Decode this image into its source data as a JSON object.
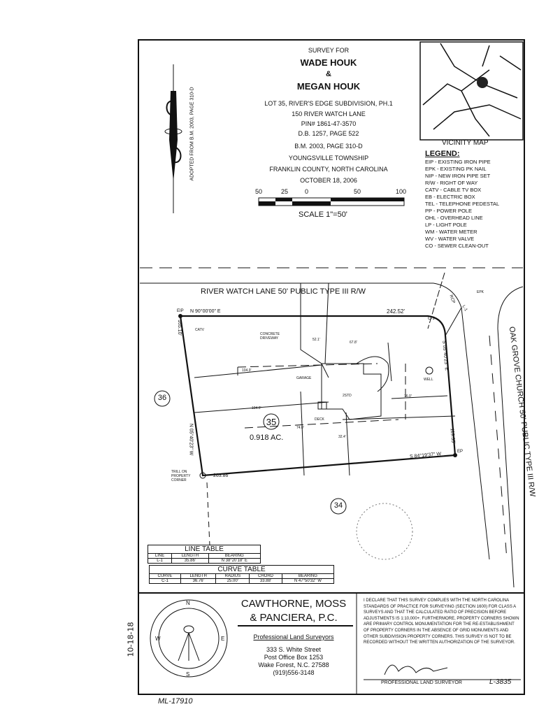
{
  "title_block": {
    "survey_for": "SURVEY FOR",
    "owner1": "WADE HOUK",
    "amp": "&",
    "owner2": "MEGAN HOUK",
    "lines": [
      "LOT 35, RIVER'S EDGE SUBDIVISION, PH.1",
      "150 RIVER WATCH LANE",
      "PIN# 1861-47-3570",
      "D.B. 1257, PAGE 522",
      "B.M. 2003, PAGE 310-D",
      "YOUNGSVILLE TOWNSHIP",
      "FRANKLIN COUNTY, NORTH CAROLINA",
      "OCTOBER 18, 2006"
    ],
    "scale_ticks": [
      "50",
      "25",
      "0",
      "50",
      "100"
    ],
    "scale_label": "SCALE   1\"=50'"
  },
  "north_note": "ADOPTED FROM B.M. 2003, PAGE 310-D",
  "vicinity_map": {
    "label": "VICINITY MAP"
  },
  "legend": {
    "title": "LEGEND:",
    "items": [
      "EIP - EXISTING IRON PIPE",
      "EPK - EXISTING PK NAIL",
      "NIP - NEW IRON PIPE SET",
      "R/W - RIGHT OF WAY",
      "CATV - CABLE TV BOX",
      "EB - ELECTRIC BOX",
      "TEL - TELEPHONE PEDESTAL",
      "PP - POWER POLE",
      "OHL - OVERHEAD LINE",
      "LP - LIGHT POLE",
      "WM - WATER METER",
      "WV - WATER VALVE",
      "CO - SEWER CLEAN-OUT"
    ]
  },
  "plat": {
    "road_top": "RIVER WATCH LANE 50' PUBLIC TYPE III R/W",
    "road_right": "OAK GROVE CHURCH 50' PUBLIC TYPE III R/W",
    "bearing_top": "N 90°00'00\" E",
    "dist_top": "242.52'",
    "bearing_left": "N 05°40'23\" W",
    "dist_left": "165.10'",
    "bearing_right": "S 05°40'23\" E",
    "dist_right": "119.35'",
    "bearing_bottom": "S 84°19'37\" W",
    "dist_bottom": "263.86'",
    "eip": "EIP",
    "ep": "EP",
    "catv": "CATV",
    "driveway": "CONCRETE DRIVEWAY",
    "garage": "GARAGE",
    "house": "2STD",
    "deck": "DECK",
    "well": "WELL",
    "rcp": "RCP",
    "curve": "C-1",
    "line": "L-1",
    "epk": "EPK",
    "tie": "TRILL ON PROPERTY CORNER",
    "dims": [
      "104.9'",
      "104.6'",
      "52.1'",
      "67.8'",
      "76.0'",
      "74.0'",
      "32.4'"
    ],
    "lot_35": "35",
    "acreage": "0.918 AC.",
    "lot_36": "36",
    "lot_34": "34"
  },
  "line_table": {
    "title": "LINE TABLE",
    "headers": [
      "LINE",
      "LENGTH",
      "BEARING"
    ],
    "rows": [
      [
        "L-1",
        "35.86'",
        "N 38°20'18\" E"
      ]
    ]
  },
  "curve_table": {
    "title": "CURVE TABLE",
    "headers": [
      "CURVE",
      "LENGTH",
      "RADIUS",
      "CHORD",
      "BEARING"
    ],
    "rows": [
      [
        "C-1",
        "36.76'",
        "25.00'",
        "33.88'",
        "N 47°50'32\" W"
      ]
    ]
  },
  "firm": {
    "name1": "CAWTHORNE, MOSS",
    "name2": "& PANCIERA, P.C.",
    "tagline": "Professional Land Surveyors",
    "address": [
      "333 S. White Street",
      "Post Office Box 1253",
      "Wake Forest, N.C. 27588",
      "(919)556-3148"
    ],
    "compass": [
      "N",
      "S",
      "E",
      "W"
    ]
  },
  "certification": {
    "text": "I DECLARE THAT THIS SURVEY COMPLIES WITH THE NORTH CAROLINA STANDARDS OF PRACTICE FOR SURVEYING (SECTION 1600) FOR CLASS A SURVEYS AND THAT THE CALCULATED RATIO OF PRECISION BEFORE ADJUSTMENTS IS 1:10,000+. FURTHERMORE, PROPERTY CORNERS SHOWN ARE PRIMARY CONTROL MONUMENTATION FOR THE RE-ESTABLISHMENT OF PROPERTY CORNERS IN THE ABSENCE OF GRID MONUMENTS AND OTHER SUBDIVISION PROPERTY CORNERS. THIS SURVEY IS NOT TO BE RECORDED WITHOUT THE WRITTEN AUTHORIZATION OF THE SURVEYOR.",
    "signer_label": "PROFESSIONAL LAND SURVEYOR",
    "license": "L-3835"
  },
  "handwritten": {
    "side": "10-18-18",
    "bottom": "ML-17910"
  }
}
